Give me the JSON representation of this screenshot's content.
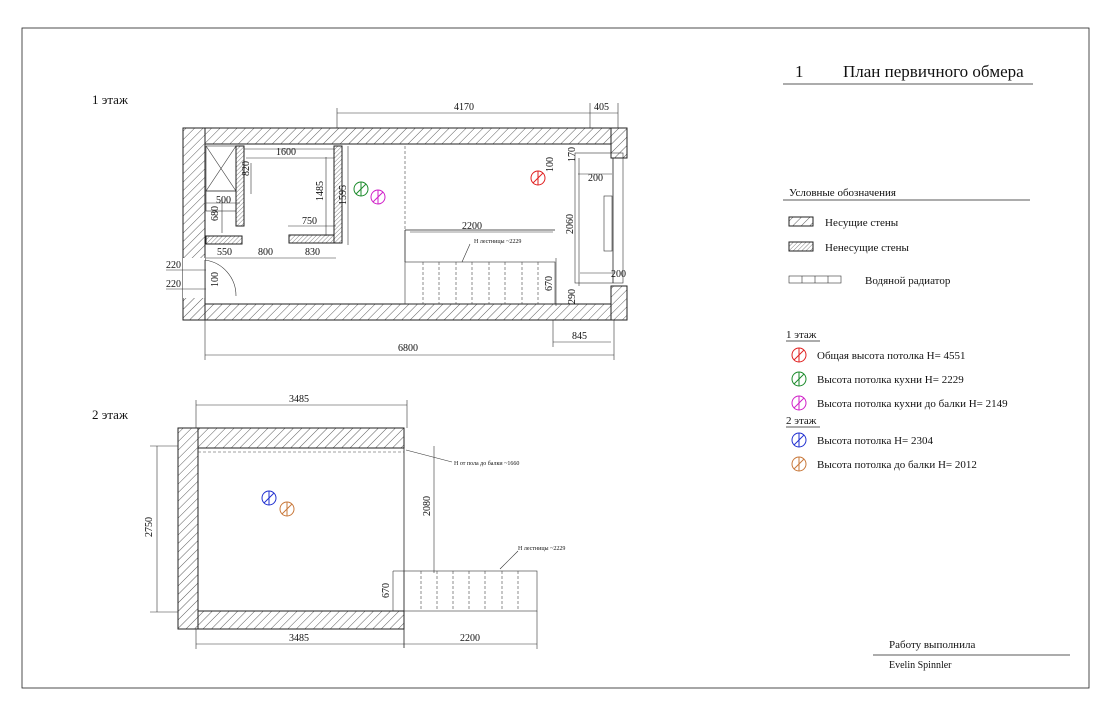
{
  "sheet": {
    "number": "1",
    "title": "План первичного обмера",
    "floor1_label": "1  этаж",
    "floor2_label": "2  этаж",
    "author_label": "Работу выполнила",
    "author_name": "Evelin Spinnler"
  },
  "legend": {
    "title": "Условные обозначения",
    "load_bearing": "Несущие стены",
    "non_load_bearing": "Ненесущие стены",
    "radiator": "Водяной радиатор"
  },
  "heights": {
    "floor1_title": "1 этаж",
    "floor2_title": "2 этаж",
    "floor1": [
      {
        "label": "Общая высота потолка Н= 4551",
        "color": "#e02020"
      },
      {
        "label": "Высота потолка кухни Н= 2229",
        "color": "#1a8a2a"
      },
      {
        "label": "Высота потолка кухни до балки Н= 2149",
        "color": "#d020c8"
      }
    ],
    "floor2": [
      {
        "label": "Высота потолка Н= 2304",
        "color": "#2030d0"
      },
      {
        "label": "Высота потолка до балки Н= 2012",
        "color": "#c8783a"
      }
    ]
  },
  "floor1_dims": {
    "top_4170": "4170",
    "top_405": "405",
    "d1600": "1600",
    "d820": "820",
    "d500": "500",
    "d680": "680",
    "d1485": "1485",
    "d1595": "1595",
    "d750": "750",
    "d550": "550",
    "d800": "800",
    "d830": "830",
    "d220a": "220",
    "d220b": "220",
    "d100a": "100",
    "d100b": "100",
    "d170": "170",
    "d200a": "200",
    "d200b": "200",
    "d2060": "2060",
    "d2200": "2200",
    "d670": "670",
    "d290": "290",
    "d845": "845",
    "d6800": "6800",
    "stair_note": "Н лестницы ~2229"
  },
  "floor2_dims": {
    "top_3485": "3485",
    "bottom_3485": "3485",
    "d2750": "2750",
    "d2080": "2080",
    "d670": "670",
    "d2200": "2200",
    "beam_note": "Н от пола до балки ~1660",
    "stair_note": "Н лестницы ~2229"
  }
}
